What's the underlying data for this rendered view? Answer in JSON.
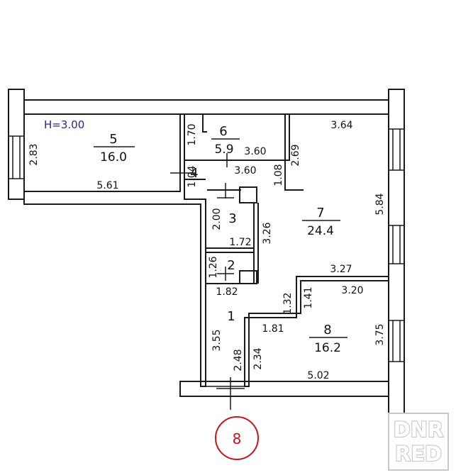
{
  "ceiling_height": "H=3.00",
  "rooms": [
    {
      "number": "5",
      "area": "16.0"
    },
    {
      "number": "6",
      "area": "5.9"
    },
    {
      "number": "7",
      "area": "24.4"
    },
    {
      "number": "8",
      "area": "16.2"
    },
    {
      "number": "4",
      "area": ""
    },
    {
      "number": "3",
      "area": ""
    },
    {
      "number": "2",
      "area": ""
    },
    {
      "number": "1",
      "area": ""
    }
  ],
  "dimensions": {
    "d283": "2.83",
    "d561": "5.61",
    "d170": "1.70",
    "d360a": "3.60",
    "d269": "2.69",
    "d364": "3.64",
    "d104": "1.04",
    "d360b": "3.60",
    "d108": "1.08",
    "d584": "5.84",
    "d200": "2.00",
    "d326": "3.26",
    "d172": "1.72",
    "d126": "1.26",
    "d182": "1.82",
    "d327": "3.27",
    "d132": "1.32",
    "d141": "1.41",
    "d320": "3.20",
    "d181": "1.81",
    "d375": "3.75",
    "d355": "3.55",
    "d248": "2.48",
    "d234": "2.34",
    "d502": "5.02"
  },
  "floor_badge": "8",
  "watermark_line1": "DNR",
  "watermark_line2": "RED",
  "colors": {
    "line": "#1a1a1a",
    "height_label": "#1f2a8a",
    "badge": "#c0161c",
    "watermark": "#c8c8c8"
  }
}
